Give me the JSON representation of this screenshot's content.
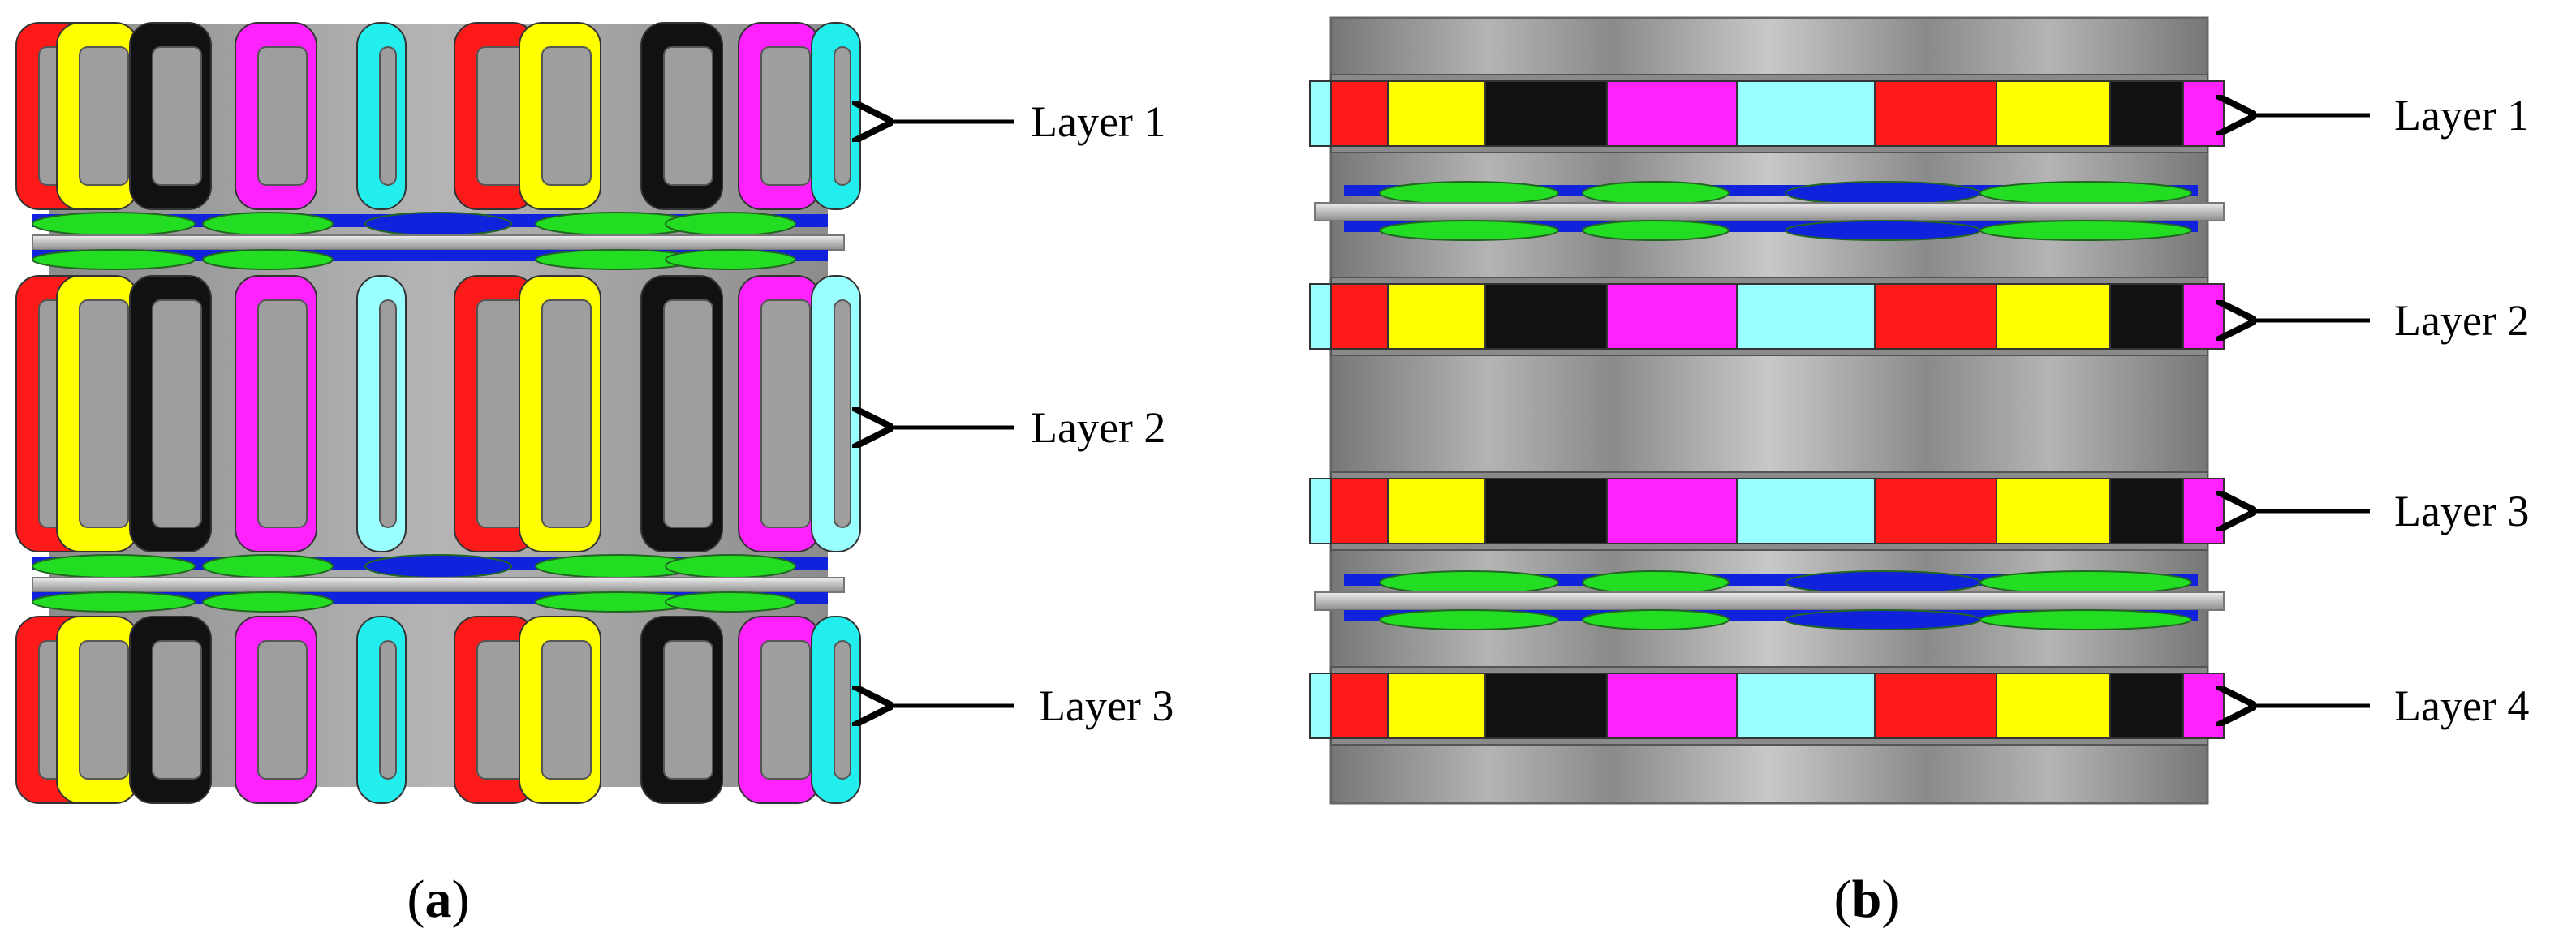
{
  "panels": [
    {
      "id": "a",
      "caption": "a",
      "labels": [
        "Layer 1",
        "Layer 2",
        "Layer 3"
      ]
    },
    {
      "id": "b",
      "caption": "b",
      "labels": [
        "Layer 1",
        "Layer 2",
        "Layer 3",
        "Layer 4"
      ]
    }
  ],
  "colors": {
    "red": "#ff1a1a",
    "yellow": "#ffff00",
    "black": "#111111",
    "magenta": "#ff22ff",
    "cyan": "#22eeee",
    "light_cyan": "#99ffff",
    "green": "#22dd22",
    "blue": "#1122dd",
    "gray": "#a0a0a0",
    "dark_gray": "#6e6e6e"
  }
}
